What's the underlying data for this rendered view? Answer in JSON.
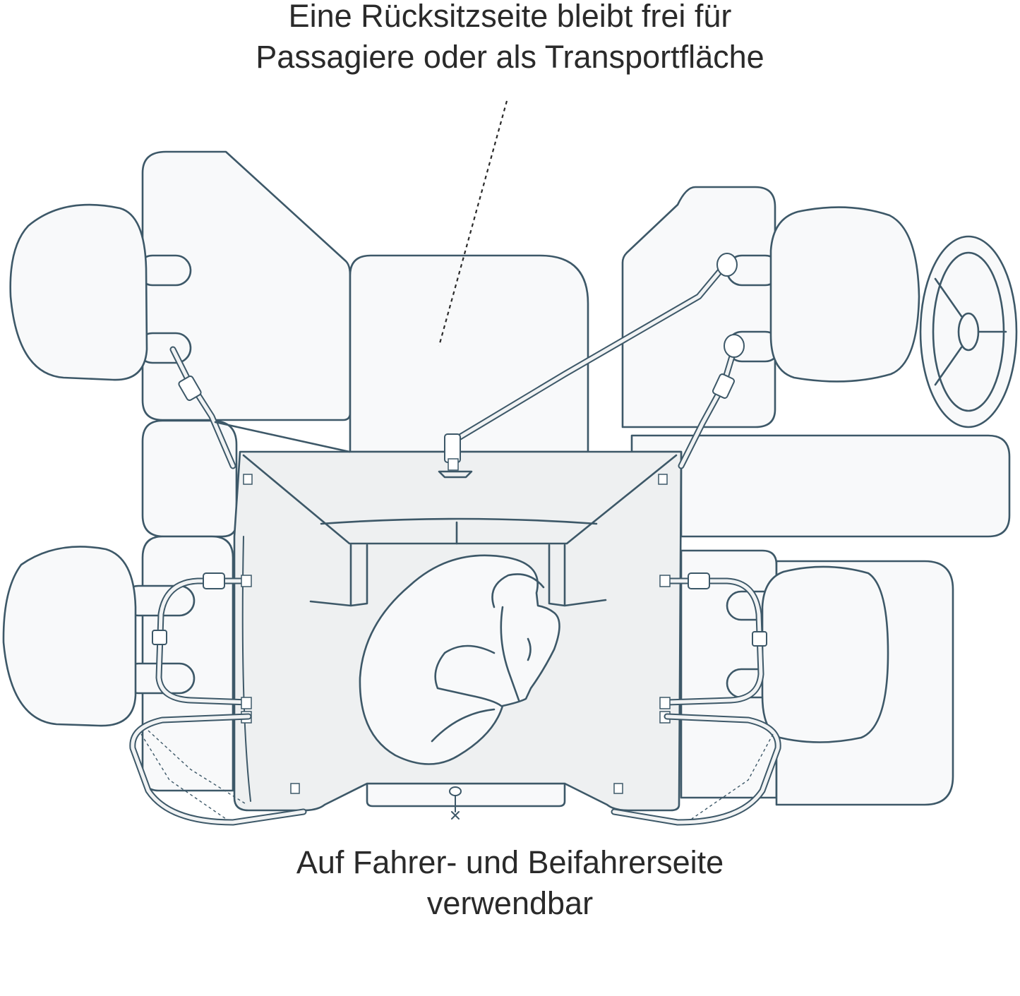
{
  "captions": {
    "top": [
      "Eine Rücksitzseite bleibt frei für",
      "Passagiere oder als Transportfläche"
    ],
    "bottom": [
      "Auf Fahrer- und Beifahrerseite",
      "verwendbar"
    ]
  },
  "colors": {
    "outline": "#3d5868",
    "seat_fill": "#f8f9fa",
    "cover_fill": "#eef0f1",
    "text": "#2a2a2a"
  },
  "icons": [
    "dog-icon",
    "steering-wheel-icon",
    "buckle-icon",
    "headrest-icon"
  ]
}
